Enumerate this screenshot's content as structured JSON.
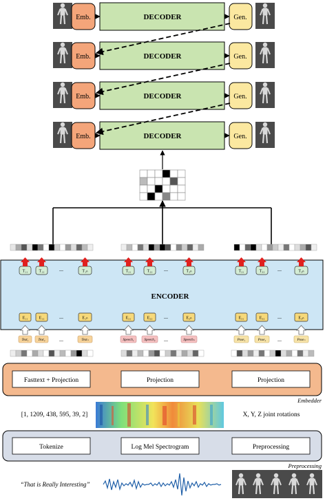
{
  "decoder_rows": [
    {
      "emb": "Emb.",
      "decoder": "DECODER",
      "gen": "Gen."
    },
    {
      "emb": "Emb.",
      "decoder": "DECODER",
      "gen": "Gen."
    },
    {
      "emb": "Emb.",
      "decoder": "DECODER",
      "gen": "Gen."
    },
    {
      "emb": "Emb.",
      "decoder": "DECODER",
      "gen": "Gen."
    }
  ],
  "encoder": {
    "label": "ENCODER",
    "groups": [
      {
        "bottom": [
          "E₁₁",
          "E₁₂",
          "E₁ₙ"
        ],
        "top": [
          "T₁₁",
          "T₁₂",
          "T₁ₙ"
        ],
        "tokens": [
          "Text₁",
          "Text₂",
          "Textₙ"
        ],
        "color": "#f7d39a"
      },
      {
        "bottom": [
          "E₂₁",
          "E₂₂",
          "E₂ₙ"
        ],
        "top": [
          "T₂₁",
          "T₂₂",
          "T₂ₙ"
        ],
        "tokens": [
          "Speech₁",
          "Speech₂",
          "Speechₙ"
        ],
        "color": "#f5c0c0"
      },
      {
        "bottom": [
          "E₃₁",
          "E₃₂",
          "E₃ₙ"
        ],
        "top": [
          "T₃₁",
          "T₃₂",
          "T₃ₙ"
        ],
        "tokens": [
          "Pose₁",
          "Pose₂",
          "Poseₙ"
        ],
        "color": "#f7e3a8"
      }
    ],
    "ellipsis": "..."
  },
  "embedder": {
    "label": "Embedder",
    "boxes": [
      "Fasttext + Projection",
      "Projection",
      "Projection"
    ]
  },
  "preprocessing": {
    "label": "Preprocessing",
    "boxes": [
      "Tokenize",
      "Log Mel Spectrogram",
      "Preprocessing"
    ]
  },
  "inputs": {
    "token_ids": "[1, 1209, 438, 595, 39, 2]",
    "rotations": "X, Y, Z joint rotations",
    "quote": "“That is Really Interesting”"
  },
  "colors": {
    "emb_fill": "#f4a57a",
    "decoder_fill": "#c9e4b0",
    "gen_fill": "#fbe8a0",
    "encoder_fill": "#cde6f5",
    "embedder_fill": "#f4b98e",
    "preprocessing_fill": "#d7dde8",
    "arrow_red": "#e0201e",
    "waveform": "#1f5fa8"
  }
}
